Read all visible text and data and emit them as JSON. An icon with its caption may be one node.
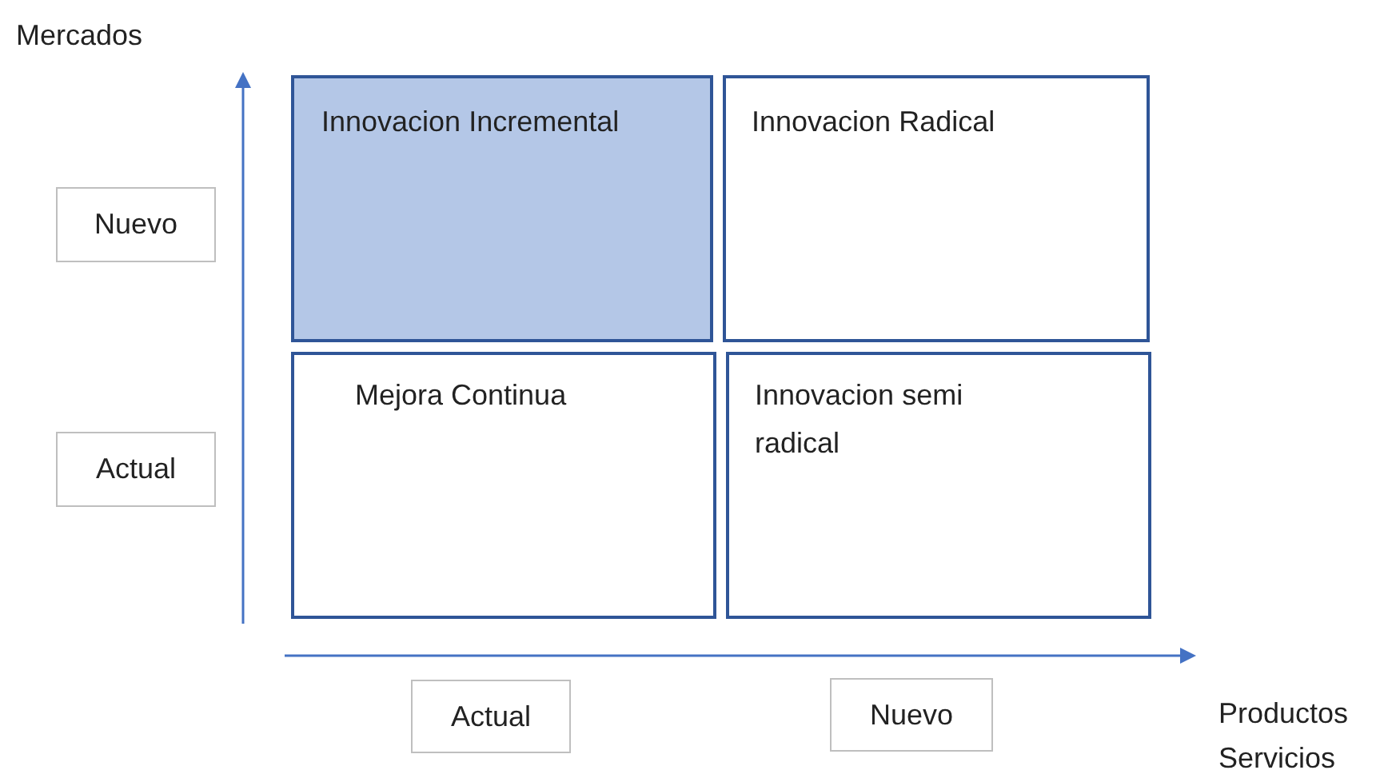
{
  "diagram": {
    "nodes": [
      {
        "text": [
          "Innovacion Incremental"
        ]
      },
      {
        "text": [
          "Innovacion Radical"
        ]
      },
      {
        "text": [
          "Mejora Continua"
        ]
      },
      {
        "text": [
          "Innovacion semi radical"
        ]
      },
      {
        "text": [
          "Nuevo"
        ]
      },
      {
        "text": [
          "Actual"
        ]
      },
      {
        "text": [
          "Actual"
        ]
      },
      {
        "text": [
          "Nuevo"
        ]
      }
    ],
    "edges": [],
    "labels": [
      "Mercados",
      "Productos Servicios"
    ]
  }
}
